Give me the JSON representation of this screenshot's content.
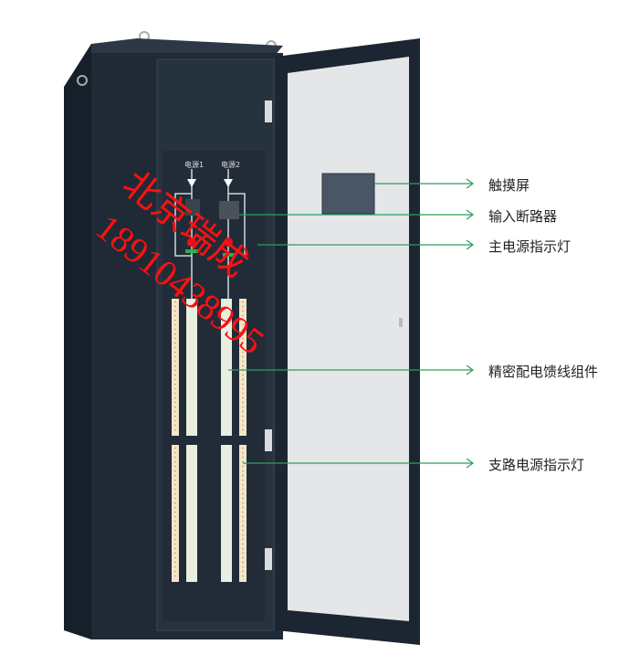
{
  "callouts": [
    {
      "label": "触摸屏"
    },
    {
      "label": "输入断路器"
    },
    {
      "label": "主电源指示灯"
    },
    {
      "label": "精密配电馈线组件"
    },
    {
      "label": "支路电源指示灯"
    }
  ],
  "panel": {
    "source1": "电源1",
    "source2": "电源2"
  },
  "watermark": {
    "company": "北京瑞成",
    "phone": "18910438995"
  },
  "colors": {
    "cabinet": "#1f2a36",
    "door_mesh": "#e4e6e8",
    "callout_line": "#2e9e5e",
    "watermark": "#ff1010"
  }
}
